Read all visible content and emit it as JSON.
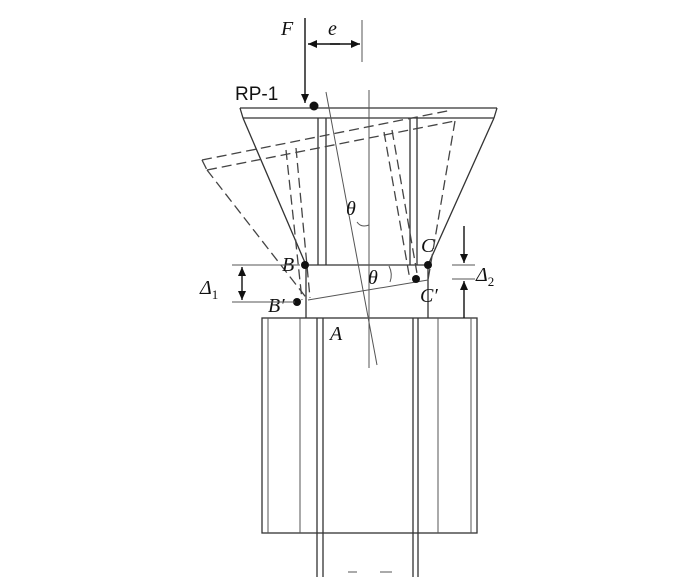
{
  "labels": {
    "force": "F",
    "eccentricity": "e",
    "reference_point": "RP-1",
    "angle_top": "θ",
    "angle_bottom": "θ",
    "point_b": "B",
    "point_b_prime": "B′",
    "point_c": "C",
    "point_c_prime": "C′",
    "point_a": "A",
    "delta1_main": "Δ",
    "delta1_sub": "1",
    "delta2_main": "Δ",
    "delta2_sub": "2"
  }
}
